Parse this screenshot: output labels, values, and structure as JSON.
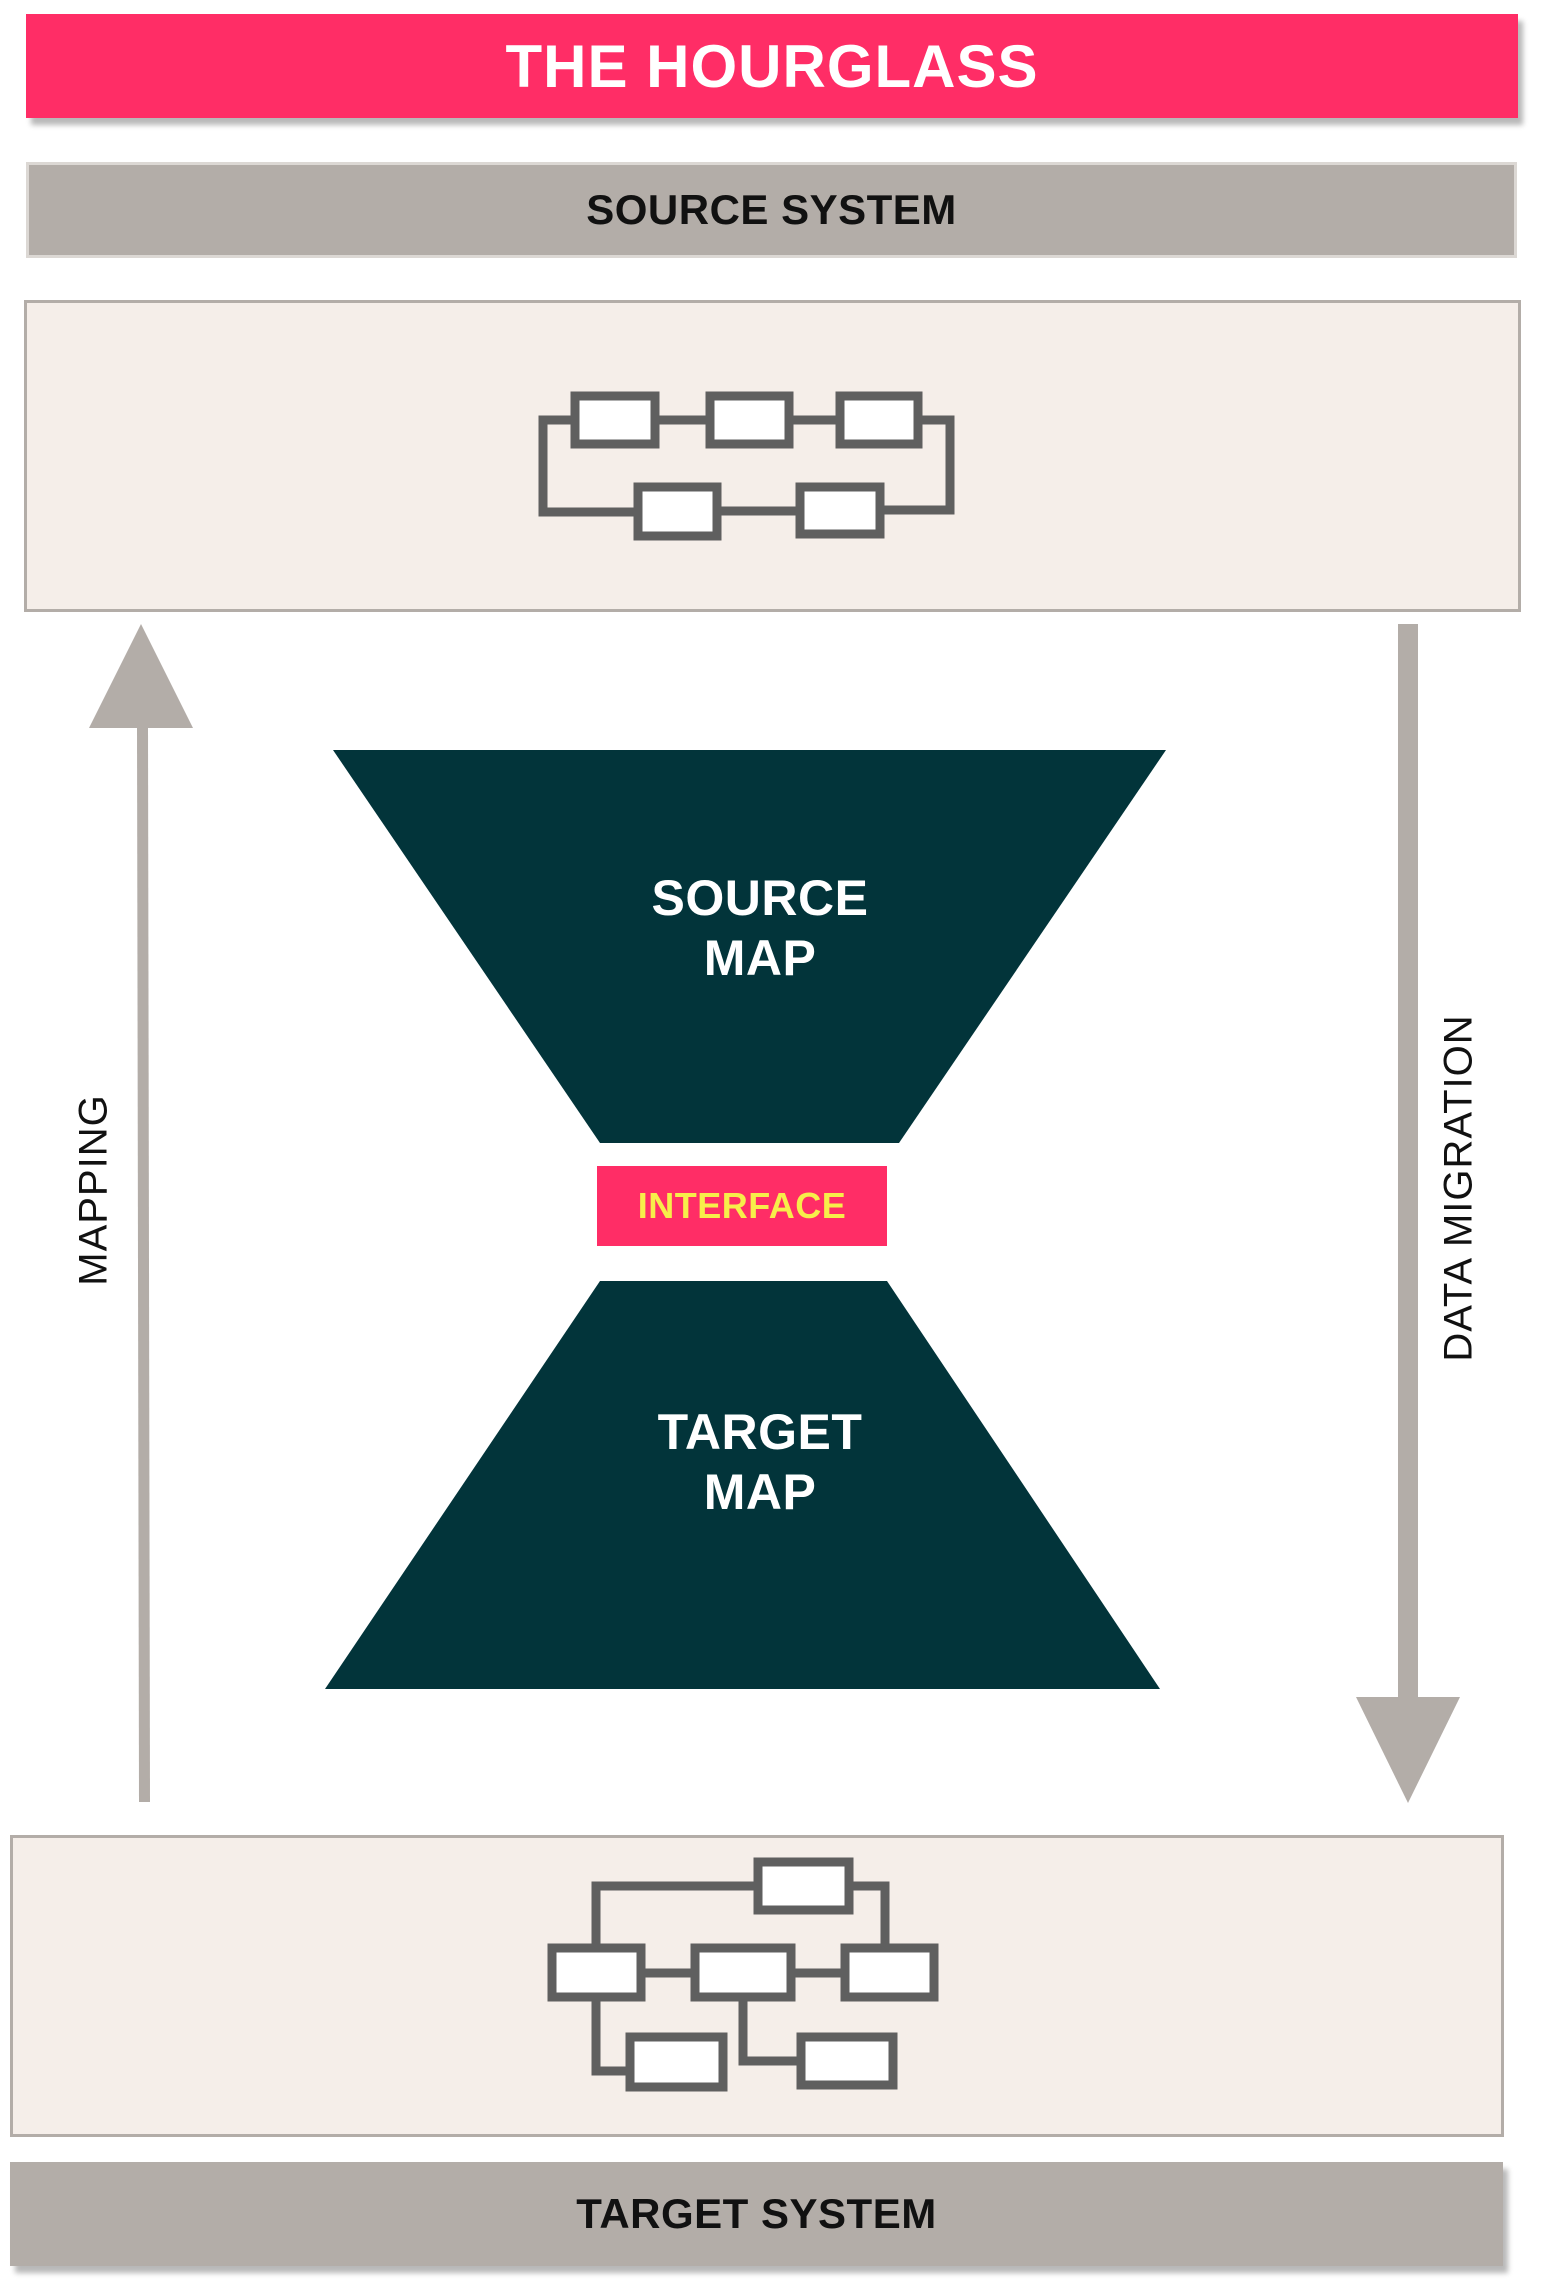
{
  "title": "THE HOURGLASS",
  "source_system": {
    "label": "SOURCE SYSTEM"
  },
  "target_system": {
    "label": "TARGET SYSTEM"
  },
  "source_map": {
    "label": "SOURCE\nMAP"
  },
  "target_map": {
    "label": "TARGET\nMAP"
  },
  "interface": {
    "label": "INTERFACE"
  },
  "side_labels": {
    "left": "MAPPING",
    "right": "DATA MIGRATION"
  },
  "icons": {
    "source": "network-diagram-icon",
    "target": "hierarchy-diagram-icon"
  },
  "colors": {
    "title_bg": "#ff2d66",
    "system_bar_bg": "#b3ada8",
    "panel_bg": "#f5eee9",
    "funnel_fill": "#02343a",
    "interface_text": "#f7ee4a",
    "arrow": "#b3ada8",
    "icon_stroke": "#5f5f5f"
  }
}
